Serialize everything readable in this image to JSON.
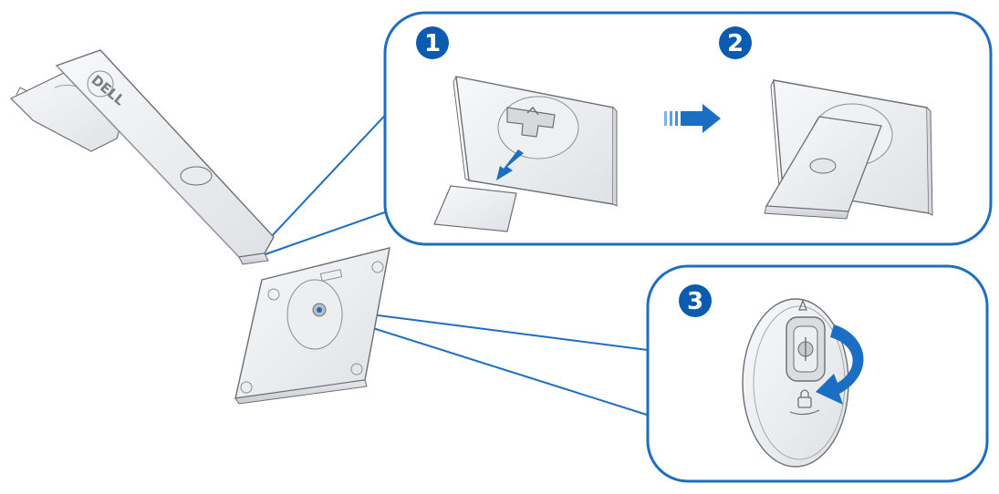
{
  "steps": {
    "step1": {
      "number": "1"
    },
    "step2": {
      "number": "2"
    },
    "step3": {
      "number": "3"
    }
  },
  "stand_logo": "DELL",
  "colors": {
    "accent_blue": "#1a6fc4",
    "step_badge": "#0b5cb0",
    "callout_border": "#1e6ec0",
    "line_art": "#6b6e73",
    "surface": "#eef0f2",
    "shadow": "#d3d6da"
  },
  "icons": {
    "direction_arrow": "right-arrow-icon",
    "rotate_arrow": "rotate-arrow-icon",
    "lock": "lock-icon",
    "unlock": "unlock-triangle-icon"
  }
}
